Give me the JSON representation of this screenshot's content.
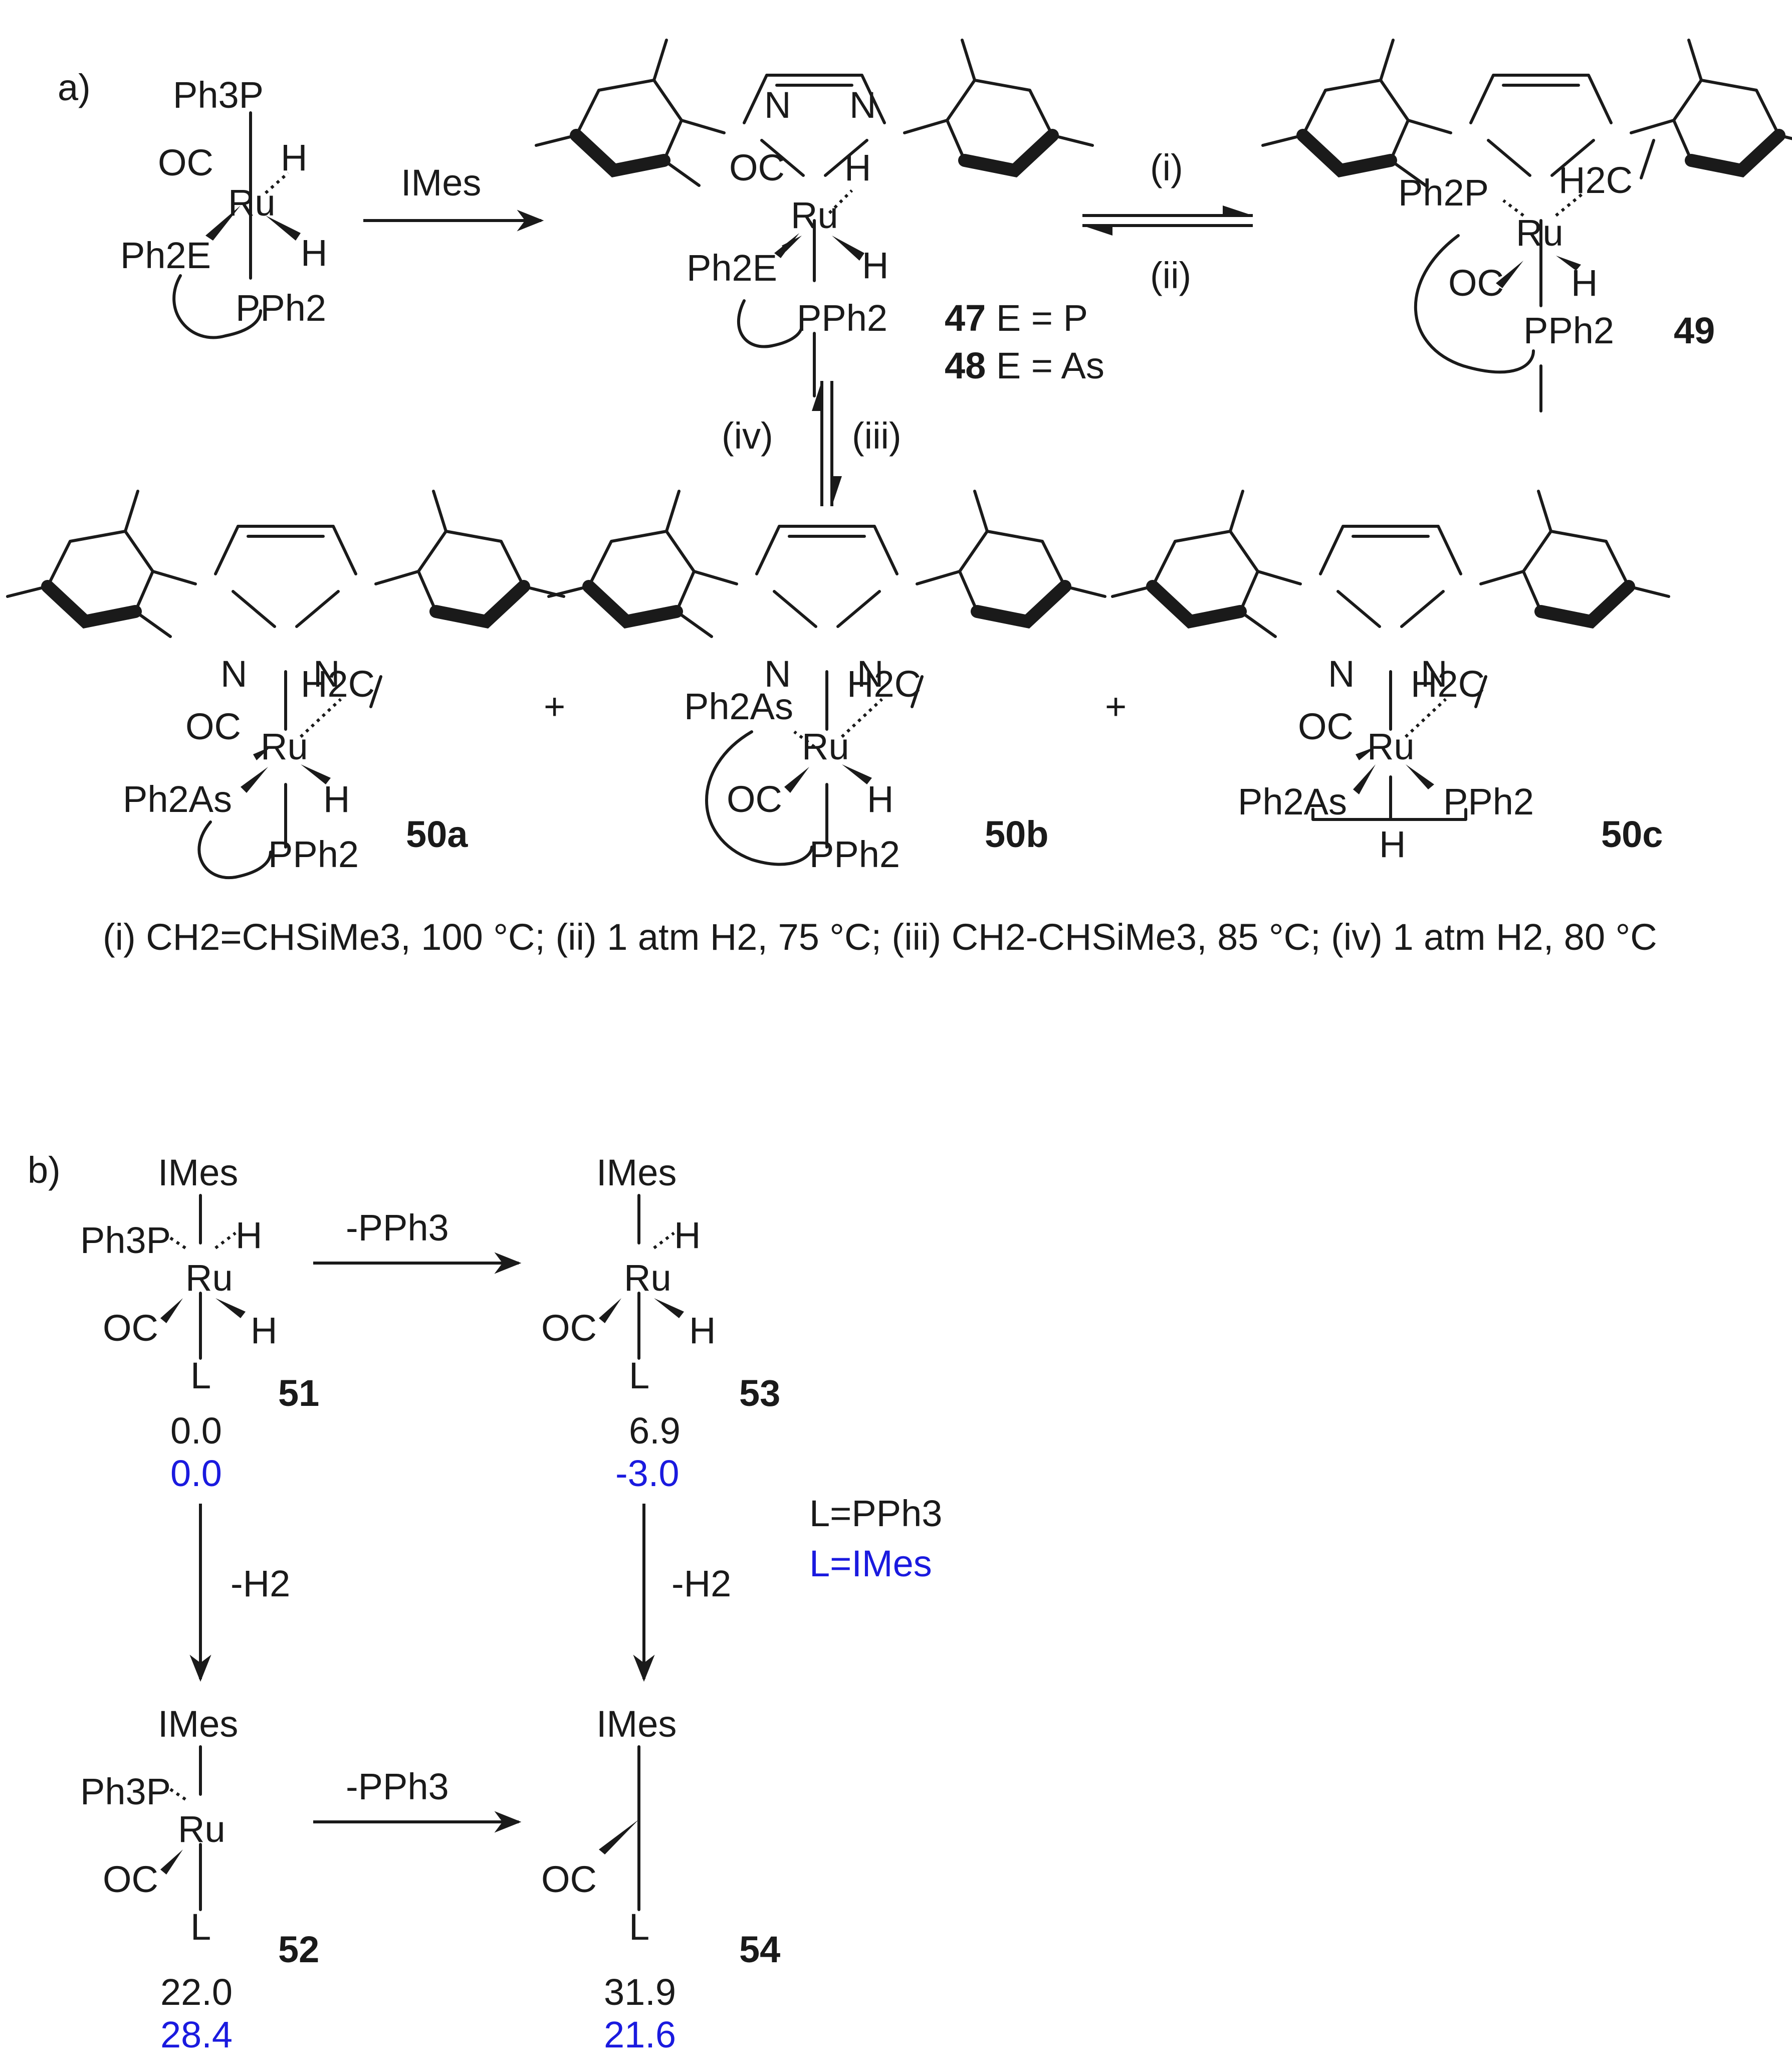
{
  "panel_a": {
    "label": "a)",
    "start": {
      "ph3p": "Ph3P",
      "oc": "OC",
      "ru": "Ru",
      "h1": "H",
      "h2": "H",
      "ph2e": "Ph2E",
      "pph2": "PPh2"
    },
    "arrow_imes": "IMes",
    "c47": {
      "oc": "OC",
      "ru": "Ru",
      "h1": "H",
      "h2": "H",
      "ph2e": "Ph2E",
      "pph2": "PPh2",
      "n": "N"
    },
    "c47_label": {
      "num": "47",
      "text": " E = P"
    },
    "c48_label": {
      "num": "48",
      "text": " E = As"
    },
    "eq_top": "(i)",
    "eq_bottom": "(ii)",
    "c49": {
      "ph2p": "Ph2P",
      "h2c": "H2C",
      "ru": "Ru",
      "oc": "OC",
      "h": "H",
      "pph2": "PPh2",
      "label": "49"
    },
    "eq_left": "(iv)",
    "eq_right": "(iii)",
    "plus": "+",
    "c50a": {
      "h2c": "H2C",
      "oc": "OC",
      "ru": "Ru",
      "ph2as": "Ph2As",
      "h": "H",
      "pph2": "PPh2",
      "label": "50a"
    },
    "c50b": {
      "h2c": "H2C",
      "ph2as": "Ph2As",
      "ru": "Ru",
      "oc": "OC",
      "h": "H",
      "pph2": "PPh2",
      "label": "50b"
    },
    "c50c": {
      "h2c": "H2C",
      "oc": "OC",
      "ru": "Ru",
      "ph2as": "Ph2As",
      "pph2": "PPh2",
      "h": "H",
      "label": "50c"
    },
    "conditions": "(i) CH2=CHSiMe3, 100 °C; (ii) 1 atm H2, 75 °C; (iii) CH2-CHSiMe3, 85 °C; (iv) 1 atm H2, 80 °C"
  },
  "panel_b": {
    "label": "b)",
    "c51": {
      "imes": "IMes",
      "ph3p": "Ph3P",
      "ru": "Ru",
      "h1": "H",
      "h2": "H",
      "oc": "OC",
      "l": "L",
      "label": "51",
      "e_black": "0.0",
      "e_blue": "0.0"
    },
    "c53": {
      "imes": "IMes",
      "ru": "Ru",
      "h1": "H",
      "h2": "H",
      "oc": "OC",
      "l": "L",
      "label": "53",
      "e_black": "6.9",
      "e_blue": "-3.0"
    },
    "c52": {
      "imes": "IMes",
      "ph3p": "Ph3P",
      "ru": "Ru",
      "oc": "OC",
      "l": "L",
      "label": "52",
      "e_black": "22.0",
      "e_blue": "28.4"
    },
    "c54": {
      "imes": "IMes",
      "oc": "OC",
      "l": "L",
      "label": "54",
      "e_black": "31.9",
      "e_blue": "21.6"
    },
    "arrow_top": "-PPh3",
    "arrow_bottom": "-PPh3",
    "arrow_left": "-H2",
    "arrow_right": "-H2",
    "legend_black": "L=PPh3",
    "legend_blue": "L=IMes"
  },
  "colors": {
    "ink": "#1a1a1a",
    "blue_series": "#1a1adf"
  }
}
